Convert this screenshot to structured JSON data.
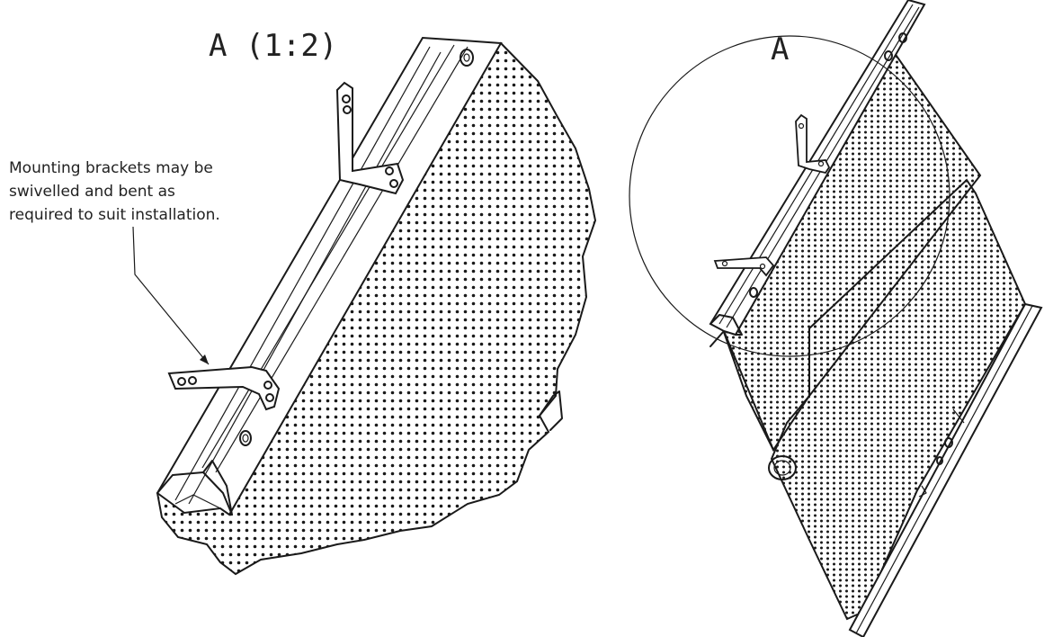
{
  "detail_view": {
    "title": "A (1:2)"
  },
  "main_view": {
    "callout_label": "A"
  },
  "note": {
    "lines": [
      "Mounting brackets may be",
      "swivelled and bent as",
      "required to suit installation."
    ]
  }
}
